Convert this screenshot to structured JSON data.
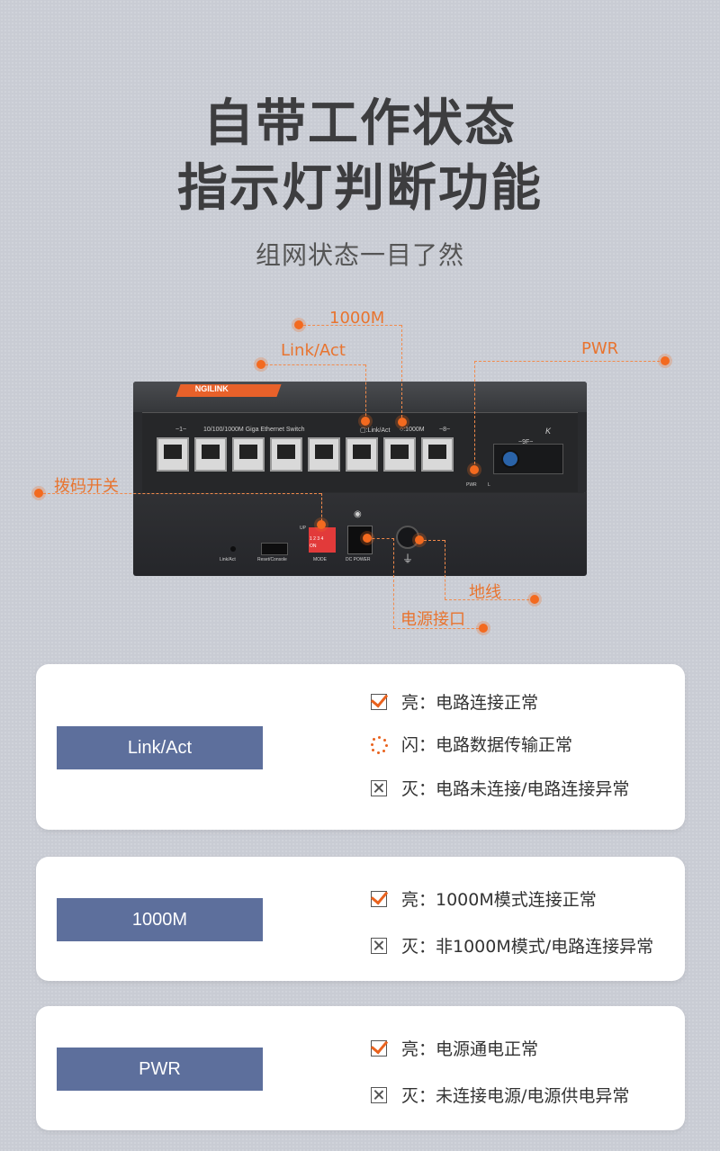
{
  "header": {
    "title_line1": "自带工作状态",
    "title_line2": "指示灯判断功能",
    "subtitle": "组网状态一目了然"
  },
  "device": {
    "logo": "NGILINK",
    "model_label": "10/100/1000M Giga Ethernet Switch",
    "port_first": "~1~",
    "port_last": "~8~",
    "led_link_act": "▢:Link/Act",
    "led_1000m": "○:1000M",
    "fiber_label": "~9F~",
    "k_mark": "K",
    "pwr_small": "PWR",
    "l_small": "L",
    "rear_link_act": "Link/Act",
    "rear_reset": "Reset/Console",
    "rear_mode": "MODE",
    "rear_dc": "DC POWER",
    "dip_up": "UP",
    "dip_nums": "1 2 3 4",
    "dip_on": "ON"
  },
  "callouts": {
    "c1000m": "1000M",
    "link_act": "Link/Act",
    "pwr": "PWR",
    "dip": "拨码开关",
    "ground": "地线",
    "power_port": "电源接口"
  },
  "cards": [
    {
      "badge": "Link/Act",
      "rows": [
        {
          "icon": "check-icon",
          "text": "亮：电路连接正常"
        },
        {
          "icon": "blink-icon",
          "text": "闪：电路数据传输正常"
        },
        {
          "icon": "x-box-icon",
          "text": "灭：电路未连接/电路连接异常"
        }
      ]
    },
    {
      "badge": "1000M",
      "rows": [
        {
          "icon": "check-icon",
          "text": "亮：1000M模式连接正常"
        },
        {
          "icon": "x-box-icon",
          "text": "灭：非1000M模式/电路连接异常"
        }
      ]
    },
    {
      "badge": "PWR",
      "rows": [
        {
          "icon": "check-icon",
          "text": "亮：电源通电正常"
        },
        {
          "icon": "x-box-icon",
          "text": "灭：未连接电源/电源供电异常"
        }
      ]
    }
  ]
}
